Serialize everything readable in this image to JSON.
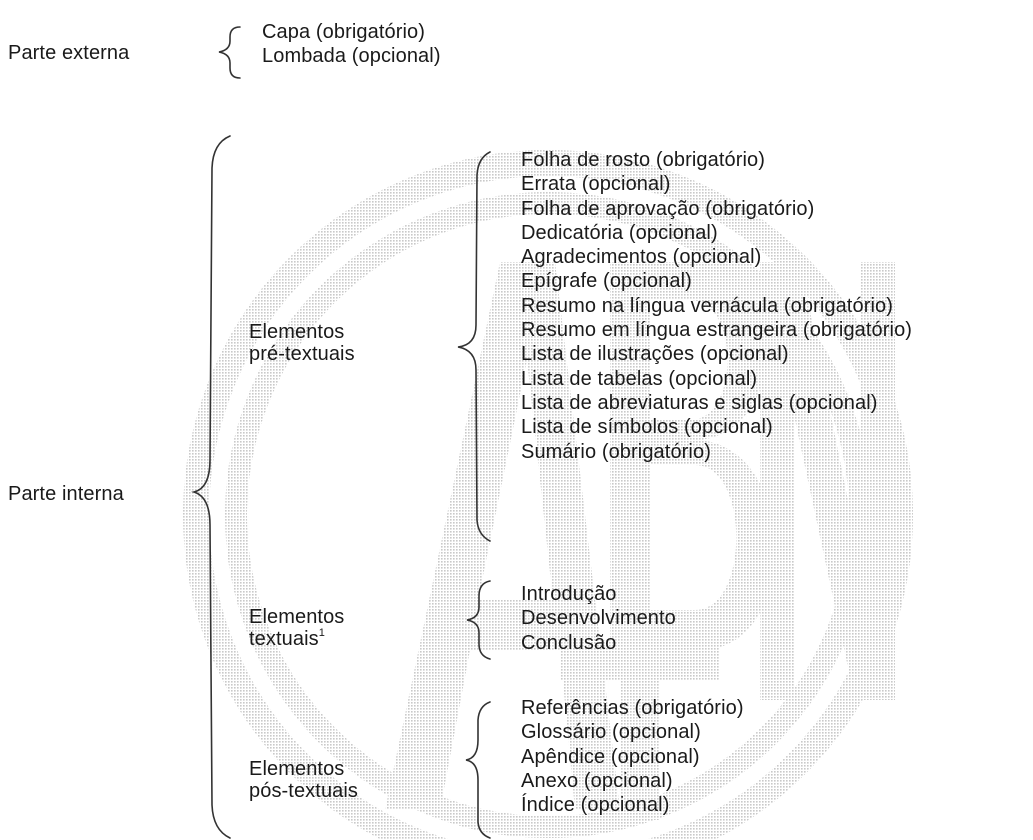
{
  "parte_externa": {
    "label": "Parte externa",
    "items": [
      "Capa (obrigatório)",
      "Lombada (opcional)"
    ]
  },
  "parte_interna": {
    "label": "Parte interna",
    "groups": {
      "pre_textuais": {
        "label_line1": "Elementos",
        "label_line2": "pré-textuais",
        "items": [
          "Folha de rosto (obrigatório)",
          "Errata (opcional)",
          "Folha de aprovação (obrigatório)",
          "Dedicatória (opcional)",
          "Agradecimentos (opcional)",
          "Epígrafe (opcional)",
          "Resumo na língua vernácula (obrigatório)",
          "Resumo em língua estrangeira (obrigatório)",
          "Lista de ilustrações (opcional)",
          "Lista de tabelas (opcional)",
          "Lista de abreviaturas e siglas (opcional)",
          "Lista de símbolos (opcional)",
          "Sumário (obrigatório)"
        ]
      },
      "textuais": {
        "label_line1": "Elementos",
        "label_line2": "textuais",
        "footnote_mark": "1",
        "items": [
          "Introdução",
          "Desenvolvimento",
          "Conclusão"
        ]
      },
      "pos_textuais": {
        "label_line1": "Elementos",
        "label_line2": "pós-textuais",
        "items": [
          "Referências (obrigatório)",
          "Glossário (opcional)",
          "Apêndice (opcional)",
          "Anexo (opcional)",
          "Índice (opcional)"
        ]
      }
    }
  },
  "colors": {
    "text": "#1a1a1a",
    "brace": "#333333",
    "watermark": "#d2d2d2"
  }
}
